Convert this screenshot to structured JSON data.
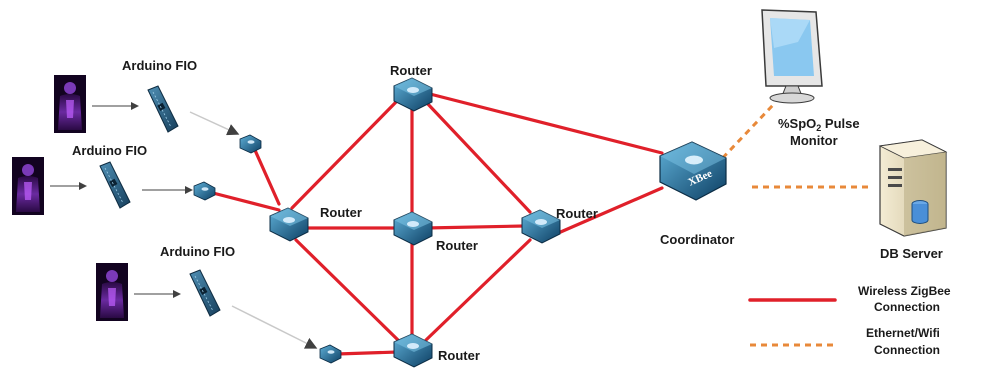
{
  "nodes": {
    "arduino_label": "Arduino FIO",
    "router_label": "Router",
    "coordinator_label": "Coordinator",
    "coordinator_chip_text": "XBee",
    "monitor_label_prefix": "%SpO",
    "monitor_label_sub": "2",
    "monitor_label_suffix": " Pulse",
    "monitor_label_line2": "Monitor",
    "db_label": "DB Server"
  },
  "legend": {
    "wireless_line1": "Wireless ZigBee",
    "wireless_line2": "Connection",
    "ethernet_line1": "Ethernet/Wifi",
    "ethernet_line2": "Connection"
  },
  "colors": {
    "wireless": "#e0202a",
    "ethernet": "#e8893a",
    "xbee_blue": "#1f5f8a",
    "body_purple": "#4a1570"
  }
}
